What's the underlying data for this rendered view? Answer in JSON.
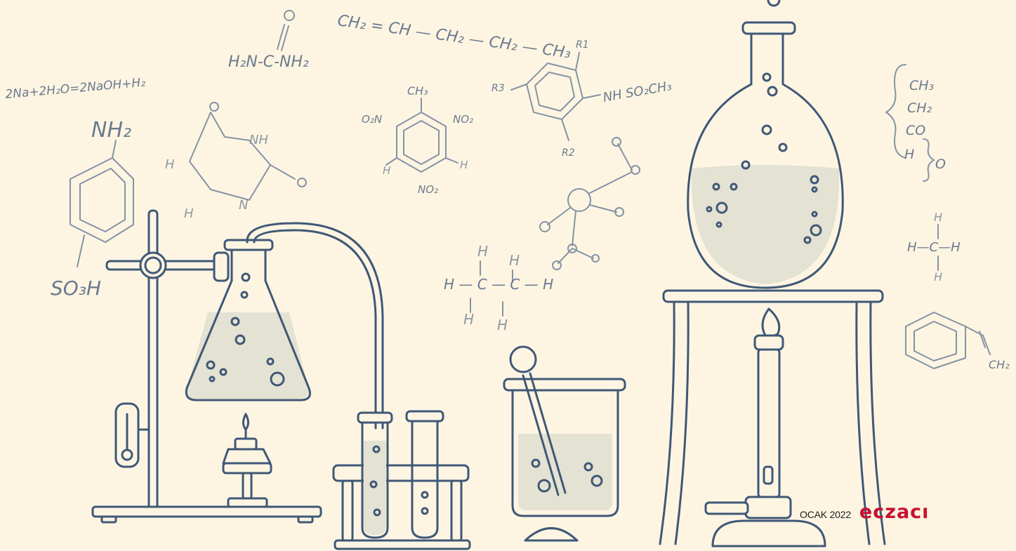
{
  "footer": {
    "issue_date": "OCAK 2022",
    "brand": "eczacı"
  },
  "formulas": {
    "sodium_reaction": "2Na+2H₂O=2NaOH+H₂",
    "butene": "CH₂ = CH — CH₂ — CH₂ — CH₃",
    "urea": "H₂N-C-NH₂",
    "aniline_top": "NH₂",
    "sulfonic": "SO₃H",
    "trinitro_top": "CH₃",
    "no2_left": "O₂N",
    "no2_right": "NO₂",
    "no2_bottom": "NO₂",
    "sulfonamide": "NH SO₂CH₃",
    "r1": "R1",
    "r2": "R2",
    "r3": "R3",
    "ethane": "H — C — C — H",
    "methane": "H—C—H",
    "bracket_group": [
      "CH₃",
      "CH₂",
      "CO",
      "H"
    ],
    "bracket_o": "O",
    "styrene": "CH₂"
  },
  "colors": {
    "background": "#fdf5e2",
    "ink": "#3f5877",
    "brand": "#c8102e",
    "date_text": "#1c1c1c"
  },
  "icons": [
    "flask-icon",
    "burner-icon",
    "test-tube-icon",
    "beaker-icon",
    "thermometer-icon",
    "molecule-icon"
  ]
}
